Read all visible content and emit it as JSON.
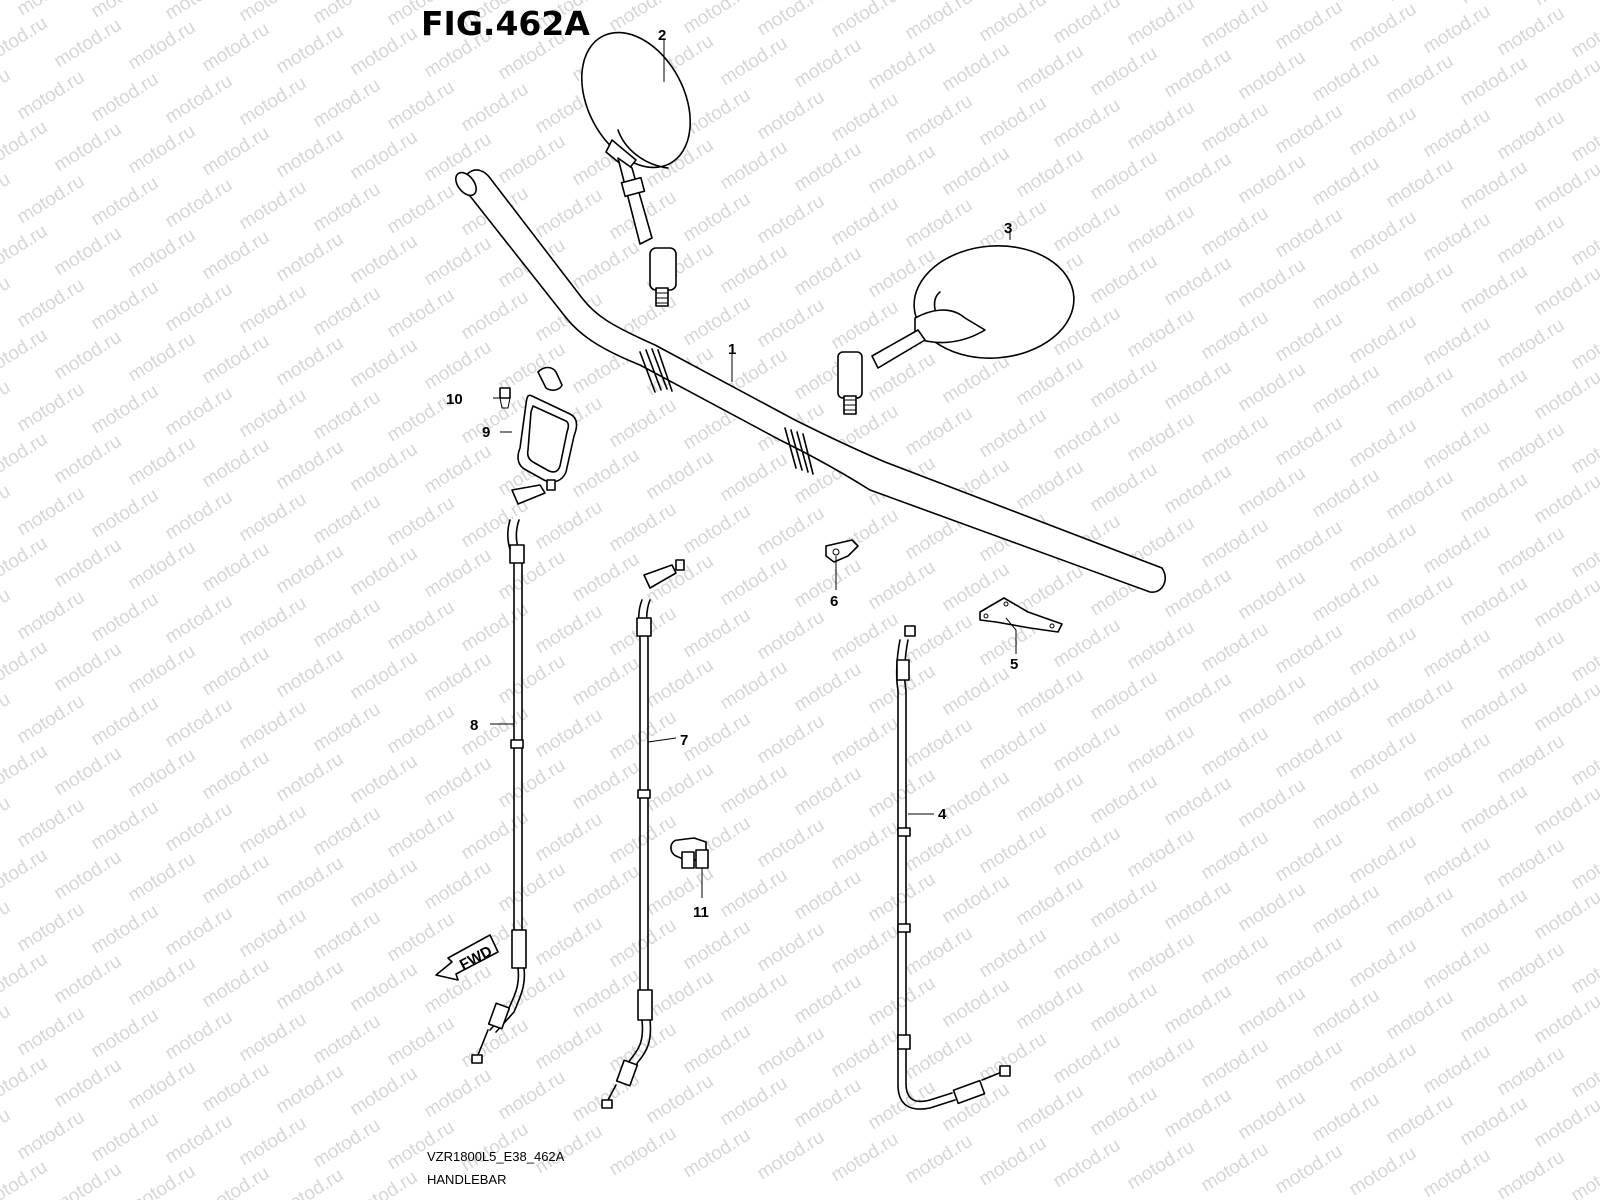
{
  "figure": {
    "title": "FIG.462A",
    "caption_code": "VZR1800L5_E38_462A",
    "caption_name": "HANDLEBAR",
    "watermark": "motod.ru",
    "fwd_label": "FWD"
  },
  "callouts": [
    "1",
    "2",
    "3",
    "4",
    "5",
    "6",
    "7",
    "8",
    "9",
    "10",
    "11"
  ]
}
